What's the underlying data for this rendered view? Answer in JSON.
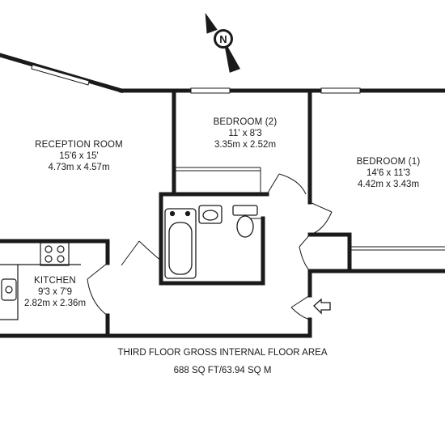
{
  "compass": {
    "letter": "N",
    "icon": "compass-north-icon"
  },
  "rooms": {
    "reception": {
      "name": "RECEPTION ROOM",
      "imperial": "15'6 x 15'",
      "metric": "4.73m x 4.57m"
    },
    "bedroom2": {
      "name": "BEDROOM (2)",
      "imperial": "11' x 8'3",
      "metric": "3.35m x 2.52m"
    },
    "bedroom1": {
      "name": "BEDROOM (1)",
      "imperial": "14'6 x 11'3",
      "metric": "4.42m x 3.43m"
    },
    "kitchen": {
      "name": "KITCHEN",
      "imperial": "9'3 x 7'9",
      "metric": "2.82m x 2.36m"
    }
  },
  "footer": {
    "line1": "THIRD FLOOR GROSS INTERNAL FLOOR AREA",
    "line2": "688 SQ FT/63.94 SQ M"
  },
  "entrance_icon": "entrance-arrow-icon",
  "colors": {
    "wall": "#1a1a1a",
    "background": "#ffffff"
  }
}
